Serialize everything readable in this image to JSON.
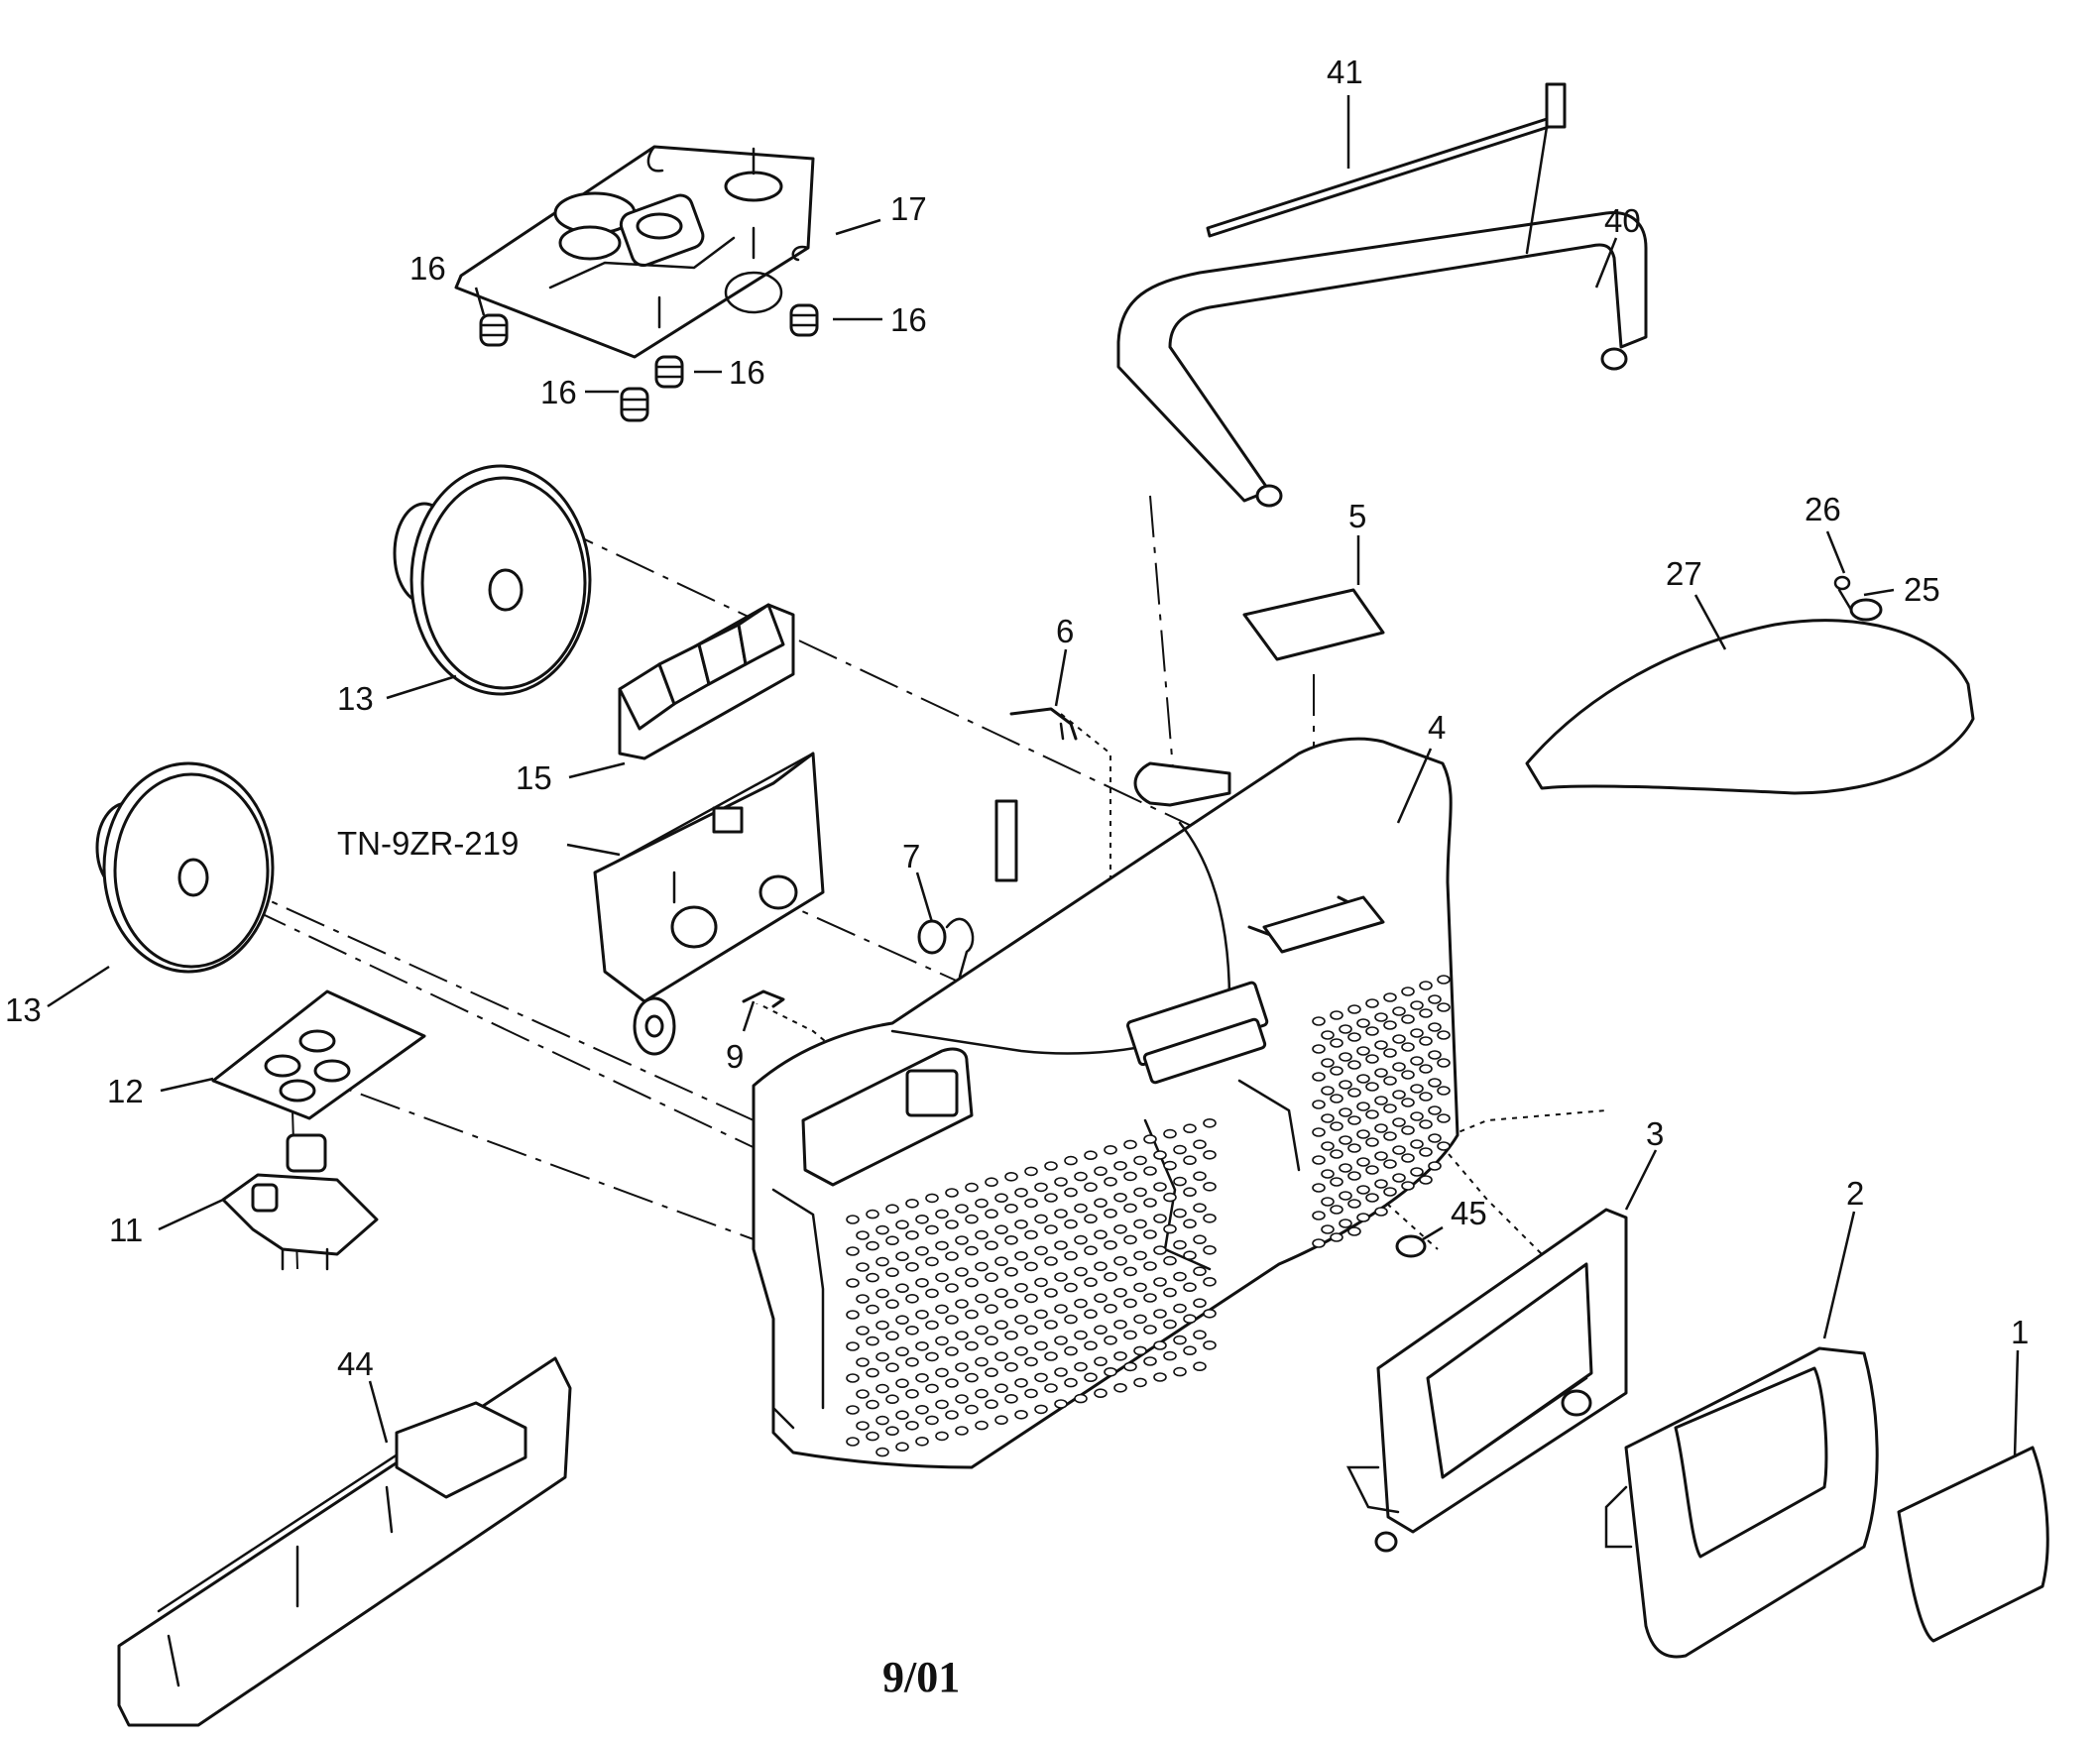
{
  "callouts": [
    {
      "id": "c41",
      "text": "41"
    },
    {
      "id": "c40",
      "text": "40"
    },
    {
      "id": "c17",
      "text": "17"
    },
    {
      "id": "c16a",
      "text": "16"
    },
    {
      "id": "c16b",
      "text": "16"
    },
    {
      "id": "c16c",
      "text": "16"
    },
    {
      "id": "c16d",
      "text": "16"
    },
    {
      "id": "c5",
      "text": "5"
    },
    {
      "id": "c26",
      "text": "26"
    },
    {
      "id": "c27",
      "text": "27"
    },
    {
      "id": "c25",
      "text": "25"
    },
    {
      "id": "c6",
      "text": "6"
    },
    {
      "id": "c4",
      "text": "4"
    },
    {
      "id": "c13a",
      "text": "13"
    },
    {
      "id": "c15",
      "text": "15"
    },
    {
      "id": "ctn",
      "text": "TN-9ZR-219"
    },
    {
      "id": "c7",
      "text": "7"
    },
    {
      "id": "c13b",
      "text": "13"
    },
    {
      "id": "c9",
      "text": "9"
    },
    {
      "id": "c12",
      "text": "12"
    },
    {
      "id": "c3",
      "text": "3"
    },
    {
      "id": "c2",
      "text": "2"
    },
    {
      "id": "c45",
      "text": "45"
    },
    {
      "id": "c11",
      "text": "11"
    },
    {
      "id": "c1",
      "text": "1"
    },
    {
      "id": "c44",
      "text": "44"
    }
  ],
  "footer": {
    "date_code": "9/01"
  }
}
